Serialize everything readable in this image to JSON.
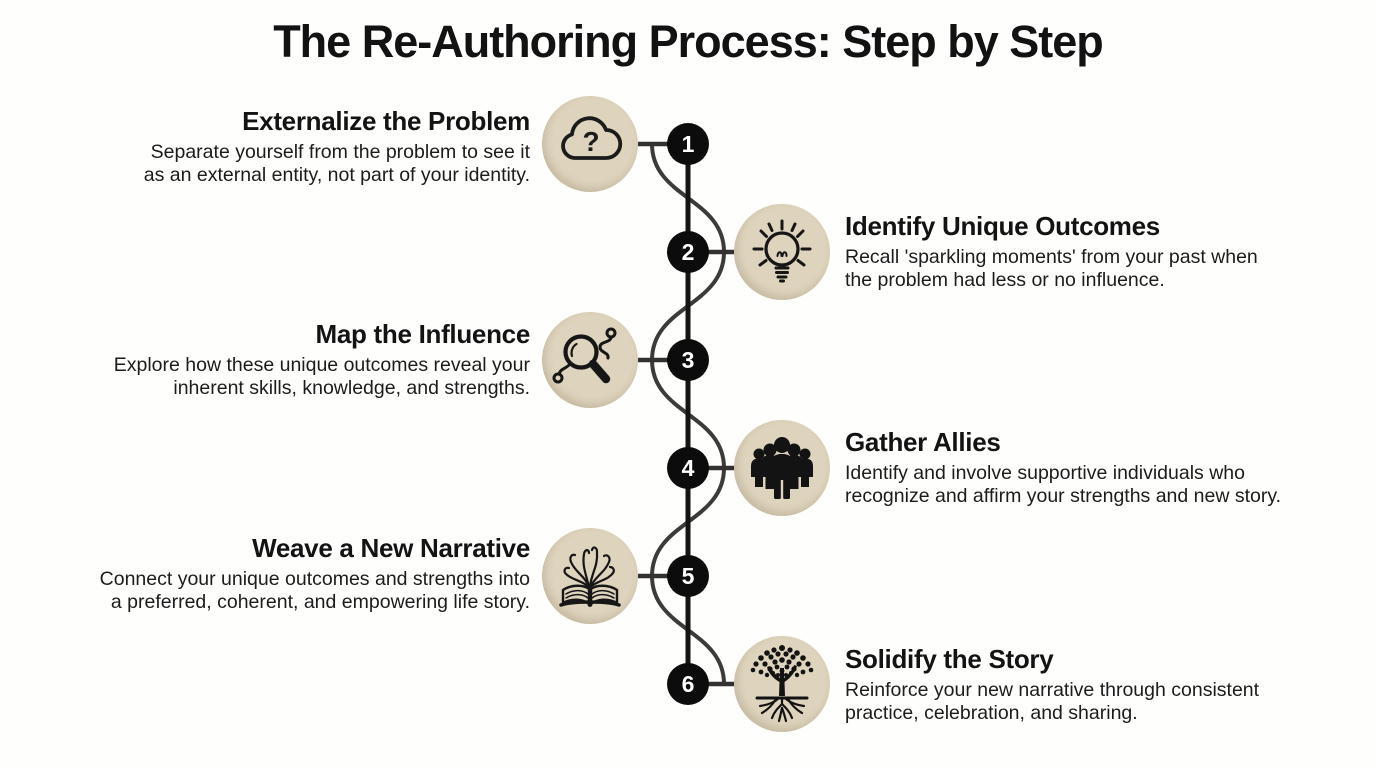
{
  "header": {
    "title": "The Re-Authoring Process: Step by Step"
  },
  "colors": {
    "background": "#fefefd",
    "icon_circle_beige": "#ded3bc",
    "badge_black": "#0c0c0c",
    "badge_text": "#ffffff",
    "spine_line": "#141414",
    "wave_line": "#3d3b37",
    "title_text": "#121212",
    "body_text": "#1c1c1c"
  },
  "steps": [
    {
      "number": "1",
      "side": "left",
      "icon": "cloud-question-icon",
      "title": "Externalize the Problem",
      "desc": [
        "Separate yourself from the problem to see it",
        "as an external entity, not part of your identity."
      ]
    },
    {
      "number": "2",
      "side": "right",
      "icon": "lightbulb-icon",
      "title": "Identify Unique Outcomes",
      "desc": [
        "Recall 'sparkling moments' from your past when",
        "the problem had less or no influence."
      ]
    },
    {
      "number": "3",
      "side": "left",
      "icon": "magnifier-route-icon",
      "title": "Map the Influence",
      "desc": [
        "Explore how these unique outcomes reveal your",
        "inherent skills, knowledge, and strengths."
      ]
    },
    {
      "number": "4",
      "side": "right",
      "icon": "people-group-icon",
      "title": "Gather Allies",
      "desc": [
        "Identify and involve supportive individuals who",
        "recognize and affirm your strengths and new story."
      ]
    },
    {
      "number": "5",
      "side": "left",
      "icon": "book-threads-icon",
      "title": "Weave a New Narrative",
      "desc": [
        "Connect your unique outcomes and strengths into",
        "a preferred, coherent, and empowering life story."
      ]
    },
    {
      "number": "6",
      "side": "right",
      "icon": "tree-roots-icon",
      "title": "Solidify the Story",
      "desc": [
        "Reinforce your new narrative through consistent",
        "practice, celebration, and sharing."
      ]
    }
  ]
}
